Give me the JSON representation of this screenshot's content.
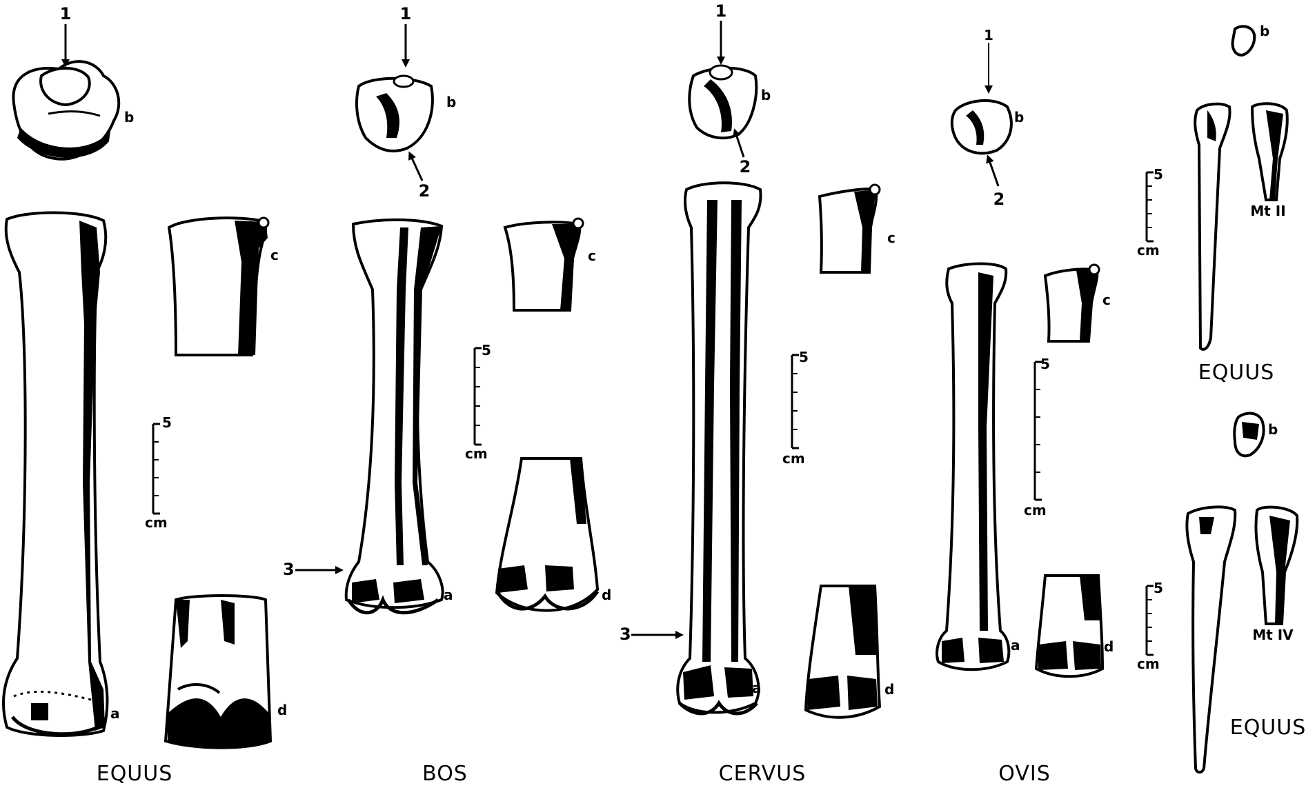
{
  "captions": {
    "equus_main": "EQUUS",
    "bos": "BOS",
    "cervus": "CERVUS",
    "ovis": "OVIS",
    "equus_mt2": "EQUUS",
    "equus_mt4": "EQUUS"
  },
  "view_letters": {
    "a": "a",
    "b": "b",
    "c": "c",
    "d": "d"
  },
  "arrow_numbers": {
    "one": "1",
    "two": "2",
    "three": "3"
  },
  "scale": {
    "value": "5",
    "unit": "cm"
  },
  "metatarsal_labels": {
    "mt2": "Mt II",
    "mt4": "Mt IV"
  }
}
